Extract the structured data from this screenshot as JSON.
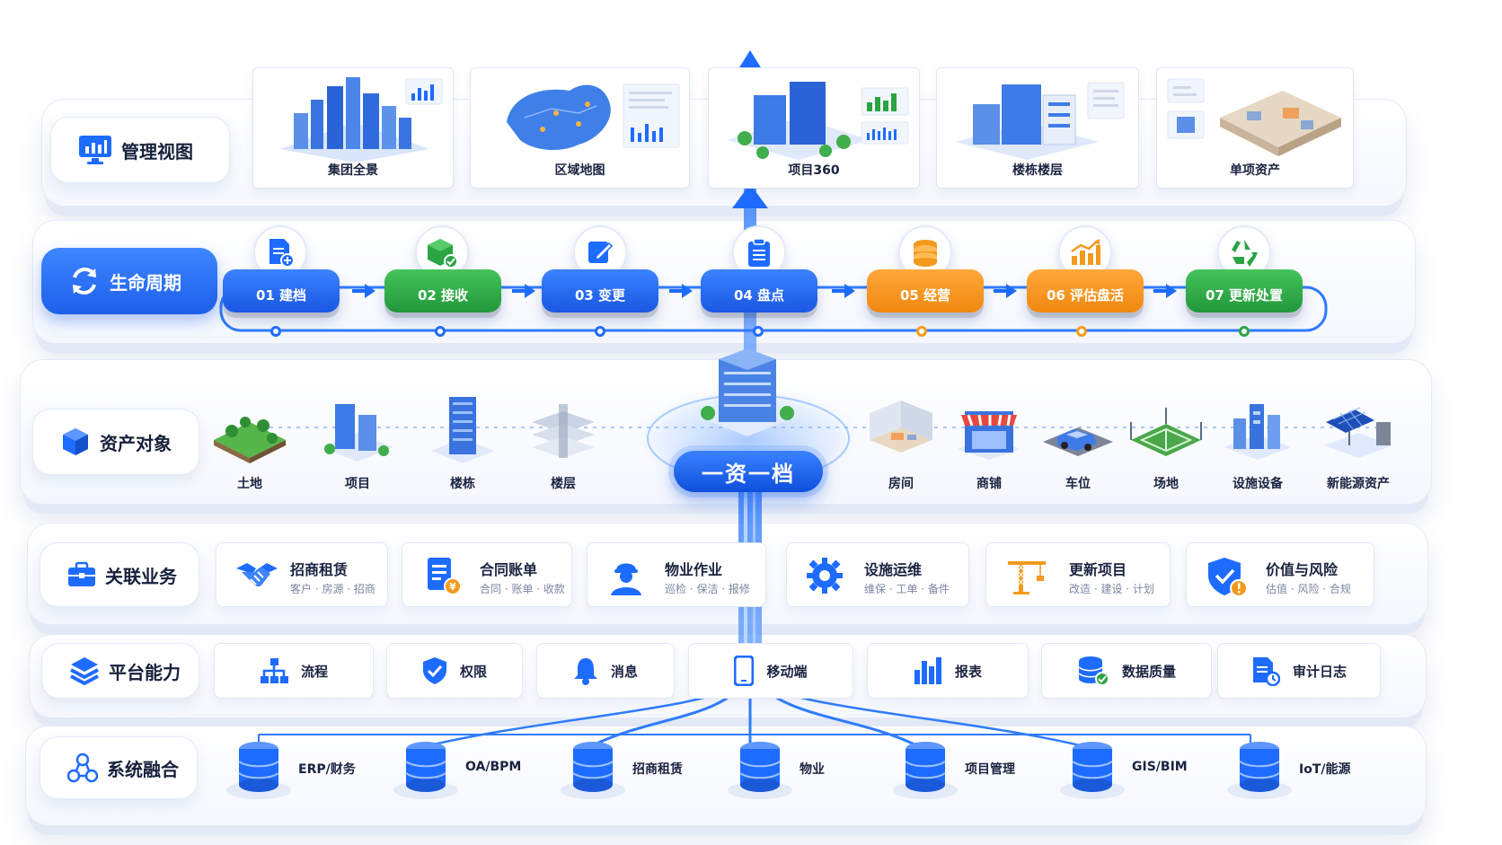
{
  "colors": {
    "accent_blue": "#1e6bff",
    "green": "#2aa444",
    "orange": "#f39a1c",
    "text": "#1a2340",
    "muted": "#7b86a0"
  },
  "layers": {
    "management": {
      "label": "管理视图",
      "icon": "dashboard-monitor-icon",
      "cards": [
        {
          "caption": "集团全景",
          "icon": "city-skyline-icon"
        },
        {
          "caption": "区域地图",
          "icon": "china-map-icon"
        },
        {
          "caption": "项目360",
          "icon": "project-buildings-icon"
        },
        {
          "caption": "楼栋楼层",
          "icon": "building-floors-icon"
        },
        {
          "caption": "单项资产",
          "icon": "room-floorplan-icon"
        }
      ]
    },
    "lifecycle": {
      "label": "生命周期",
      "icon": "refresh-cycle-icon",
      "stages": [
        {
          "label": "01 建档",
          "color": "blue",
          "icon": "document-add-icon"
        },
        {
          "label": "02 接收",
          "color": "green",
          "icon": "cube-check-icon"
        },
        {
          "label": "03 变更",
          "color": "blue",
          "icon": "edit-icon"
        },
        {
          "label": "04 盘点",
          "color": "blue",
          "icon": "clipboard-icon"
        },
        {
          "label": "05 经营",
          "color": "orange",
          "icon": "coins-stack-icon"
        },
        {
          "label": "06 评估盘活",
          "color": "orange",
          "icon": "growth-chart-icon"
        },
        {
          "label": "07 更新处置",
          "color": "green",
          "icon": "recycle-icon"
        }
      ]
    },
    "assets": {
      "label": "资产对象",
      "icon": "cube-icon",
      "center_label": "一资一档",
      "left_items": [
        {
          "name": "土地",
          "icon": "land-icon"
        },
        {
          "name": "项目",
          "icon": "project-icon"
        },
        {
          "name": "楼栋",
          "icon": "tower-icon"
        },
        {
          "name": "楼层",
          "icon": "floor-icon"
        }
      ],
      "right_items": [
        {
          "name": "房间",
          "icon": "room-icon"
        },
        {
          "name": "商铺",
          "icon": "shop-icon"
        },
        {
          "name": "车位",
          "icon": "parking-icon"
        },
        {
          "name": "场地",
          "icon": "field-icon"
        },
        {
          "name": "设施设备",
          "icon": "facility-icon"
        },
        {
          "name": "新能源资产",
          "icon": "solar-panel-icon"
        }
      ]
    },
    "business": {
      "label": "关联业务",
      "icon": "briefcase-icon",
      "cards": [
        {
          "title": "招商租赁",
          "sub": "客户 · 房源 · 招商",
          "icon": "handshake-icon"
        },
        {
          "title": "合同账单",
          "sub": "合同 · 账单 · 收款",
          "icon": "contract-bill-icon"
        },
        {
          "title": "物业作业",
          "sub": "巡检 · 保洁 · 报修",
          "icon": "worker-icon"
        },
        {
          "title": "设施运维",
          "sub": "维保 · 工单 · 备件",
          "icon": "gear-icon"
        },
        {
          "title": "更新项目",
          "sub": "改造 · 建设 · 计划",
          "icon": "crane-icon"
        },
        {
          "title": "价值与风险",
          "sub": "估值 · 风险 · 合规",
          "icon": "shield-warning-icon"
        }
      ]
    },
    "platform": {
      "label": "平台能力",
      "icon": "layers-icon",
      "items": [
        {
          "label": "流程",
          "icon": "workflow-icon"
        },
        {
          "label": "权限",
          "icon": "shield-check-icon"
        },
        {
          "label": "消息",
          "icon": "bell-icon"
        },
        {
          "label": "移动端",
          "icon": "mobile-icon"
        },
        {
          "label": "报表",
          "icon": "bar-chart-icon"
        },
        {
          "label": "数据质量",
          "icon": "database-check-icon"
        },
        {
          "label": "审计日志",
          "icon": "audit-log-icon"
        }
      ]
    },
    "systems": {
      "label": "系统融合",
      "icon": "network-nodes-icon",
      "items": [
        {
          "label": "ERP/财务",
          "icon": "database-icon"
        },
        {
          "label": "OA/BPM",
          "icon": "database-icon"
        },
        {
          "label": "招商租赁",
          "icon": "database-icon"
        },
        {
          "label": "物业",
          "icon": "database-icon"
        },
        {
          "label": "项目管理",
          "icon": "database-icon"
        },
        {
          "label": "GIS/BIM",
          "icon": "database-icon"
        },
        {
          "label": "IoT/能源",
          "icon": "database-icon"
        }
      ]
    }
  }
}
